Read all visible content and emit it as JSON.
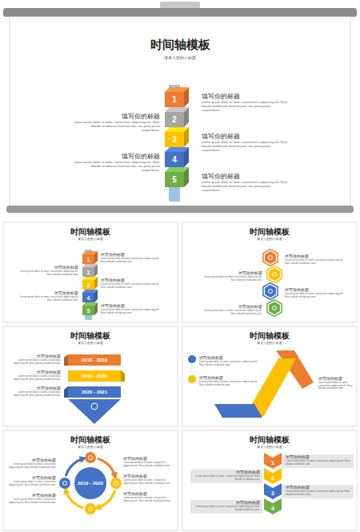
{
  "diagram": {
    "title": "时间轴模板",
    "nodes": [
      {
        "text": [
          "1"
        ]
      },
      {
        "text": [
          "2"
        ]
      },
      {
        "text": [
          "3"
        ]
      },
      {
        "text": [
          "4"
        ]
      },
      {
        "text": [
          "5"
        ]
      },
      {
        "text": [
          "1"
        ]
      },
      {
        "text": [
          "2"
        ]
      },
      {
        "text": [
          "3"
        ]
      },
      {
        "text": [
          "4"
        ]
      },
      {
        "text": [
          "5"
        ]
      },
      {
        "text": [
          "2018 - 2019"
        ]
      },
      {
        "text": [
          "2019 - 2020"
        ]
      },
      {
        "text": [
          "2020 - 2021"
        ]
      },
      {
        "text": [
          "2019 - 2020"
        ]
      },
      {
        "text": [
          "1"
        ]
      },
      {
        "text": [
          "2"
        ]
      },
      {
        "text": [
          "3"
        ]
      },
      {
        "text": [
          "4"
        ]
      }
    ],
    "labels": [
      "请录入您的小标题",
      "填写你的标题",
      "Lorem ipsum dolor sit amet, consectetur adipiscing elit. Nunc blandit vestibulum eleifend ante, nec porta purus suspendisse.",
      "填写你的标题",
      "Lorem ipsum dolor sit amet, consectetur adipiscing elit. Nunc blandit vestibulum eleifend ante, nec porta purus suspendisse.",
      "填写你的标题",
      "Lorem ipsum dolor sit amet, consectetur adipiscing elit. Nunc blandit vestibulum eleifend ante, nec porta purus suspendisse.",
      "填写你的标题",
      "Lorem ipsum dolor sit amet, consectetur adipiscing elit. Nunc blandit vestibulum eleifend ante, nec porta purus suspendisse.",
      "填写你的标题",
      "Lorem ipsum dolor sit amet, consectetur adipiscing elit. Nunc blandit vestibulum eleifend ante, nec porta purus suspendisse.",
      "时间轴模板",
      "请录入您的小标题",
      "填写你的标题",
      "Lorem ipsum dolor sit amet, consectetur adipiscing elit. Nunc blandit vestibulum ante.",
      "填写你的标题",
      "Lorem ipsum dolor sit amet, consectetur adipiscing elit. Nunc blandit vestibulum ante.",
      "填写你的标题",
      "Lorem ipsum dolor sit amet, consectetur adipiscing elit. Nunc blandit vestibulum ante.",
      "填写你的标题",
      "Lorem ipsum dolor sit amet, consectetur adipiscing elit. Nunc blandit vestibulum ante.",
      "填写你的标题",
      "Lorem ipsum dolor sit amet, consectetur adipiscing elit. Nunc blandit vestibulum ante.",
      "时间轴模板",
      "请录入您的小标题",
      "填写你的标题",
      "Lorem ipsum dolor sit amet, consectetur adipiscing elit. Nunc blandit vestibulum ante.",
      "填写你的标题",
      "Lorem ipsum dolor sit amet, consectetur adipiscing elit. Nunc blandit vestibulum ante.",
      "填写你的标题",
      "Lorem ipsum dolor sit amet, consectetur adipiscing elit. Nunc blandit vestibulum ante.",
      "填写你的标题",
      "Lorem ipsum dolor sit amet, consectetur adipiscing elit. Nunc blandit vestibulum ante.",
      "时间轴模板",
      "请录入您的小标题",
      "填写你的标题",
      "Lorem ipsum dolor sit amet, consectetur adipiscing elit. Nunc blandit vestibulum ante.",
      "填写你的标题",
      "Lorem ipsum dolor sit amet, consectetur adipiscing elit. Nunc blandit vestibulum ante.",
      "填写你的标题",
      "Lorem ipsum dolor sit amet, consectetur adipiscing elit. Nunc blandit vestibulum ante.",
      "时间轴模板",
      "请录入您的小标题",
      "填写你的标题",
      "Lorem ipsum dolor sit amet, consectetur adipiscing elit. Nunc blandit vestibulum ante.",
      "填写你的标题",
      "Lorem ipsum dolor sit amet, consectetur adipiscing elit. Nunc blandit vestibulum ante.",
      "填写你的标题",
      "Lorem ipsum dolor sit amet, consectetur adipiscing elit. Nunc blandit vestibulum ante.",
      "时间轴模板",
      "请录入您的小标题",
      "填写你的标题",
      "Lorem ipsum dolor sit amet, consectetur adipiscing elit. Nunc blandit vestibulum ante.",
      "填写你的标题",
      "Lorem ipsum dolor sit amet, consectetur adipiscing elit. Nunc blandit vestibulum ante.",
      "填写你的标题",
      "Lorem ipsum dolor sit amet, consectetur adipiscing elit. Nunc blandit vestibulum ante.",
      "填写你的标题",
      "Lorem ipsum dolor sit amet, consectetur adipiscing elit. Nunc blandit vestibulum ante.",
      "填写你的标题",
      "Lorem ipsum dolor sit amet, consectetur adipiscing elit. Nunc blandit vestibulum ante.",
      "填写你的标题",
      "Lorem ipsum dolor sit amet, consectetur adipiscing elit. Nunc blandit vestibulum ante.",
      "时间轴模板",
      "请录入您的小标题",
      "填写你的标题",
      "Lorem ipsum dolor sit amet, consectetur adipiscing elit. Nunc blandit vestibulum ante.",
      "填写你的标题",
      "Lorem ipsum dolor sit amet, consectetur adipiscing elit. Nunc blandit vestibulum ante.",
      "填写你的标题",
      "Lorem ipsum dolor sit amet, consectetur adipiscing elit. Nunc blandit vestibulum ante.",
      "填写你的标题",
      "Lorem ipsum dolor sit amet, consectetur adipiscing elit. Nunc blandit vestibulum ante."
    ]
  }
}
